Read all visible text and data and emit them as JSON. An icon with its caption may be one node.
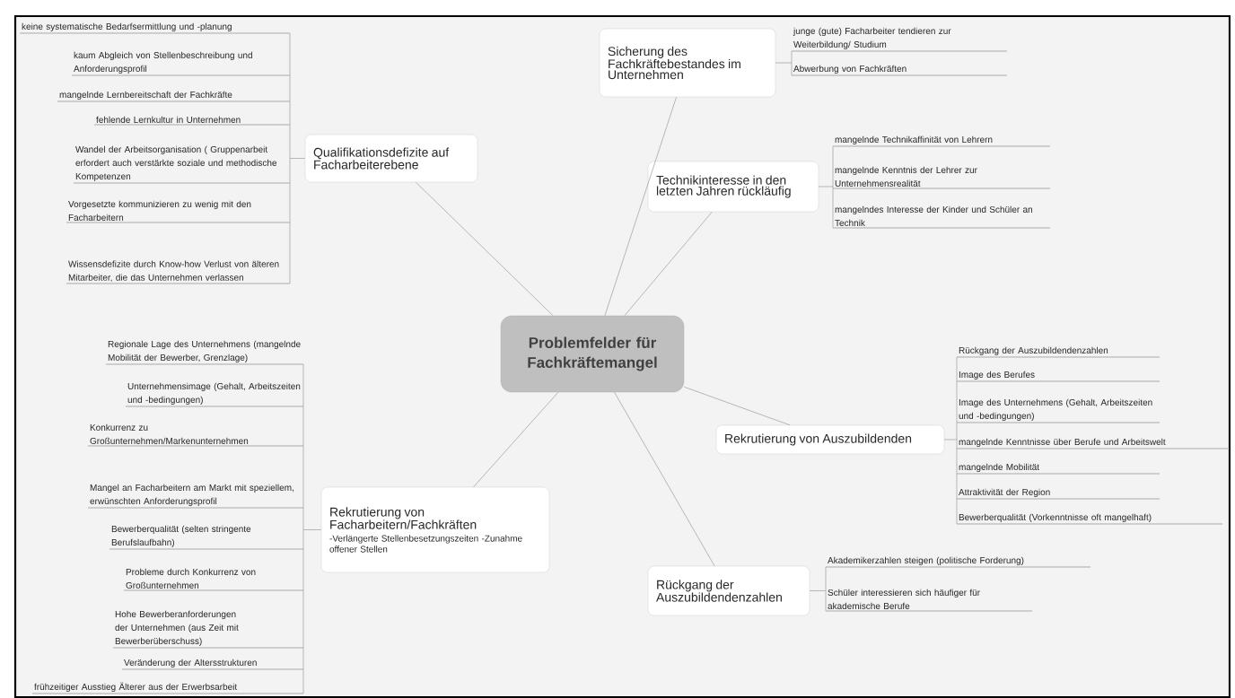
{
  "diagram": {
    "nodes": [
      {
        "text": [
          "Problemfelder für Fachkräftemangel"
        ]
      },
      {
        "text": [
          "Qualifikationsdefizite auf Facharbeiterebene"
        ]
      },
      {
        "text": [
          "keine systematische Bedarfsermittlung und -planung"
        ]
      },
      {
        "text": [
          "kaum Abgleich von Stellenbeschreibung und Anforderungsprofil"
        ]
      },
      {
        "text": [
          "mangelnde Lernbereitschaft der Fachkräfte"
        ]
      },
      {
        "text": [
          "fehlende Lernkultur in Unternehmen"
        ]
      },
      {
        "text": [
          "Wandel der Arbeitsorganisation ( Gruppenarbeit erfordert auch verstärkte soziale und methodische Kompetenzen"
        ]
      },
      {
        "text": [
          "Vorgesetzte kommunizieren zu wenig mit den Facharbeitern"
        ]
      },
      {
        "text": [
          "Wissensdefizite durch Know-how Verlust von älteren Mitarbeiter, die das Unternehmen verlassen"
        ]
      },
      {
        "text": [
          "Rekrutierung von Facharbeitern/Fachkräften",
          "-Verlängerte Stellenbesetzungszeiten -Zunahme offener Stellen"
        ]
      },
      {
        "text": [
          "Regionale Lage des Unternehmens (mangelnde Mobilität der Bewerber, Grenzlage)"
        ]
      },
      {
        "text": [
          "Unternehmensimage (Gehalt, Arbeitszeiten und -bedingungen)"
        ]
      },
      {
        "text": [
          "Konkurrenz zu Großunternehmen/Markenunternehmen"
        ]
      },
      {
        "text": [
          "Mangel an Facharbeitern am Markt mit speziellem, erwünschten Anforderungsprofil"
        ]
      },
      {
        "text": [
          "Bewerberqualität (selten stringente Berufslaufbahn)"
        ]
      },
      {
        "text": [
          "Probleme durch Konkurrenz von Großunternehmen"
        ]
      },
      {
        "text": [
          "Hohe Bewerberanforderungen der Unternehmen (aus Zeit mit Bewerberüberschuss)"
        ]
      },
      {
        "text": [
          "Veränderung der Altersstrukturen"
        ]
      },
      {
        "text": [
          "frühzeitiger Ausstieg Älterer aus der Erwerbsarbeit"
        ]
      },
      {
        "text": [
          "Sicherung des Fachkräftebestandes im Unternehmen"
        ]
      },
      {
        "text": [
          "junge (gute) Facharbeiter tendieren zur Weiterbildung/ Studium"
        ]
      },
      {
        "text": [
          "Abwerbung von Fachkräften"
        ]
      },
      {
        "text": [
          "Technikinteresse in den letzten Jahren rückläufig"
        ]
      },
      {
        "text": [
          "mangelnde Technikaffinität von Lehrern"
        ]
      },
      {
        "text": [
          "mangelnde Kenntnis der Lehrer zur Unternehmensrealität"
        ]
      },
      {
        "text": [
          "mangelndes Interesse der Kinder und Schüler an Technik"
        ]
      },
      {
        "text": [
          "Rekrutierung von Auszubildenden"
        ]
      },
      {
        "text": [
          "Rückgang der Auszubildendenzahlen"
        ]
      },
      {
        "text": [
          "Image des Berufes"
        ]
      },
      {
        "text": [
          "Image des Unternehmens (Gehalt, Arbeitszeiten und -bedingungen)"
        ]
      },
      {
        "text": [
          "mangelnde Kenntnisse über Berufe und Arbeitswelt"
        ]
      },
      {
        "text": [
          "mangelnde Mobilität"
        ]
      },
      {
        "text": [
          "Attraktivität der Region"
        ]
      },
      {
        "text": [
          "Bewerberqualität (Vorkenntnisse oft mangelhaft)"
        ]
      },
      {
        "text": [
          "Rückgang der Auszubildendenzahlen"
        ]
      },
      {
        "text": [
          "Akademikerzahlen steigen (politische Forderung)"
        ]
      },
      {
        "text": [
          "Schüler interessieren sich häufiger für akademische Berufe"
        ]
      }
    ],
    "edges": [
      {
        "from": 0,
        "to": 1,
        "arrow": "none"
      },
      {
        "from": 0,
        "to": 9,
        "arrow": "none"
      },
      {
        "from": 0,
        "to": 19,
        "arrow": "none"
      },
      {
        "from": 0,
        "to": 22,
        "arrow": "none"
      },
      {
        "from": 0,
        "to": 26,
        "arrow": "none"
      },
      {
        "from": 0,
        "to": 34,
        "arrow": "none"
      },
      {
        "from": 1,
        "to": 2,
        "arrow": "none"
      },
      {
        "from": 1,
        "to": 3,
        "arrow": "none"
      },
      {
        "from": 1,
        "to": 4,
        "arrow": "none"
      },
      {
        "from": 1,
        "to": 5,
        "arrow": "none"
      },
      {
        "from": 1,
        "to": 6,
        "arrow": "none"
      },
      {
        "from": 1,
        "to": 7,
        "arrow": "none"
      },
      {
        "from": 1,
        "to": 8,
        "arrow": "none"
      },
      {
        "from": 9,
        "to": 10,
        "arrow": "none"
      },
      {
        "from": 9,
        "to": 11,
        "arrow": "none"
      },
      {
        "from": 9,
        "to": 12,
        "arrow": "none"
      },
      {
        "from": 9,
        "to": 13,
        "arrow": "none"
      },
      {
        "from": 9,
        "to": 14,
        "arrow": "none"
      },
      {
        "from": 9,
        "to": 15,
        "arrow": "none"
      },
      {
        "from": 9,
        "to": 16,
        "arrow": "none"
      },
      {
        "from": 9,
        "to": 17,
        "arrow": "none"
      },
      {
        "from": 9,
        "to": 18,
        "arrow": "none"
      },
      {
        "from": 19,
        "to": 20,
        "arrow": "none"
      },
      {
        "from": 19,
        "to": 21,
        "arrow": "none"
      },
      {
        "from": 22,
        "to": 23,
        "arrow": "none"
      },
      {
        "from": 22,
        "to": 24,
        "arrow": "none"
      },
      {
        "from": 22,
        "to": 25,
        "arrow": "none"
      },
      {
        "from": 26,
        "to": 27,
        "arrow": "none"
      },
      {
        "from": 26,
        "to": 28,
        "arrow": "none"
      },
      {
        "from": 26,
        "to": 29,
        "arrow": "none"
      },
      {
        "from": 26,
        "to": 30,
        "arrow": "none"
      },
      {
        "from": 26,
        "to": 31,
        "arrow": "none"
      },
      {
        "from": 26,
        "to": 32,
        "arrow": "none"
      },
      {
        "from": 26,
        "to": 33,
        "arrow": "none"
      },
      {
        "from": 34,
        "to": 35,
        "arrow": "none"
      },
      {
        "from": 34,
        "to": 36,
        "arrow": "none"
      }
    ]
  }
}
